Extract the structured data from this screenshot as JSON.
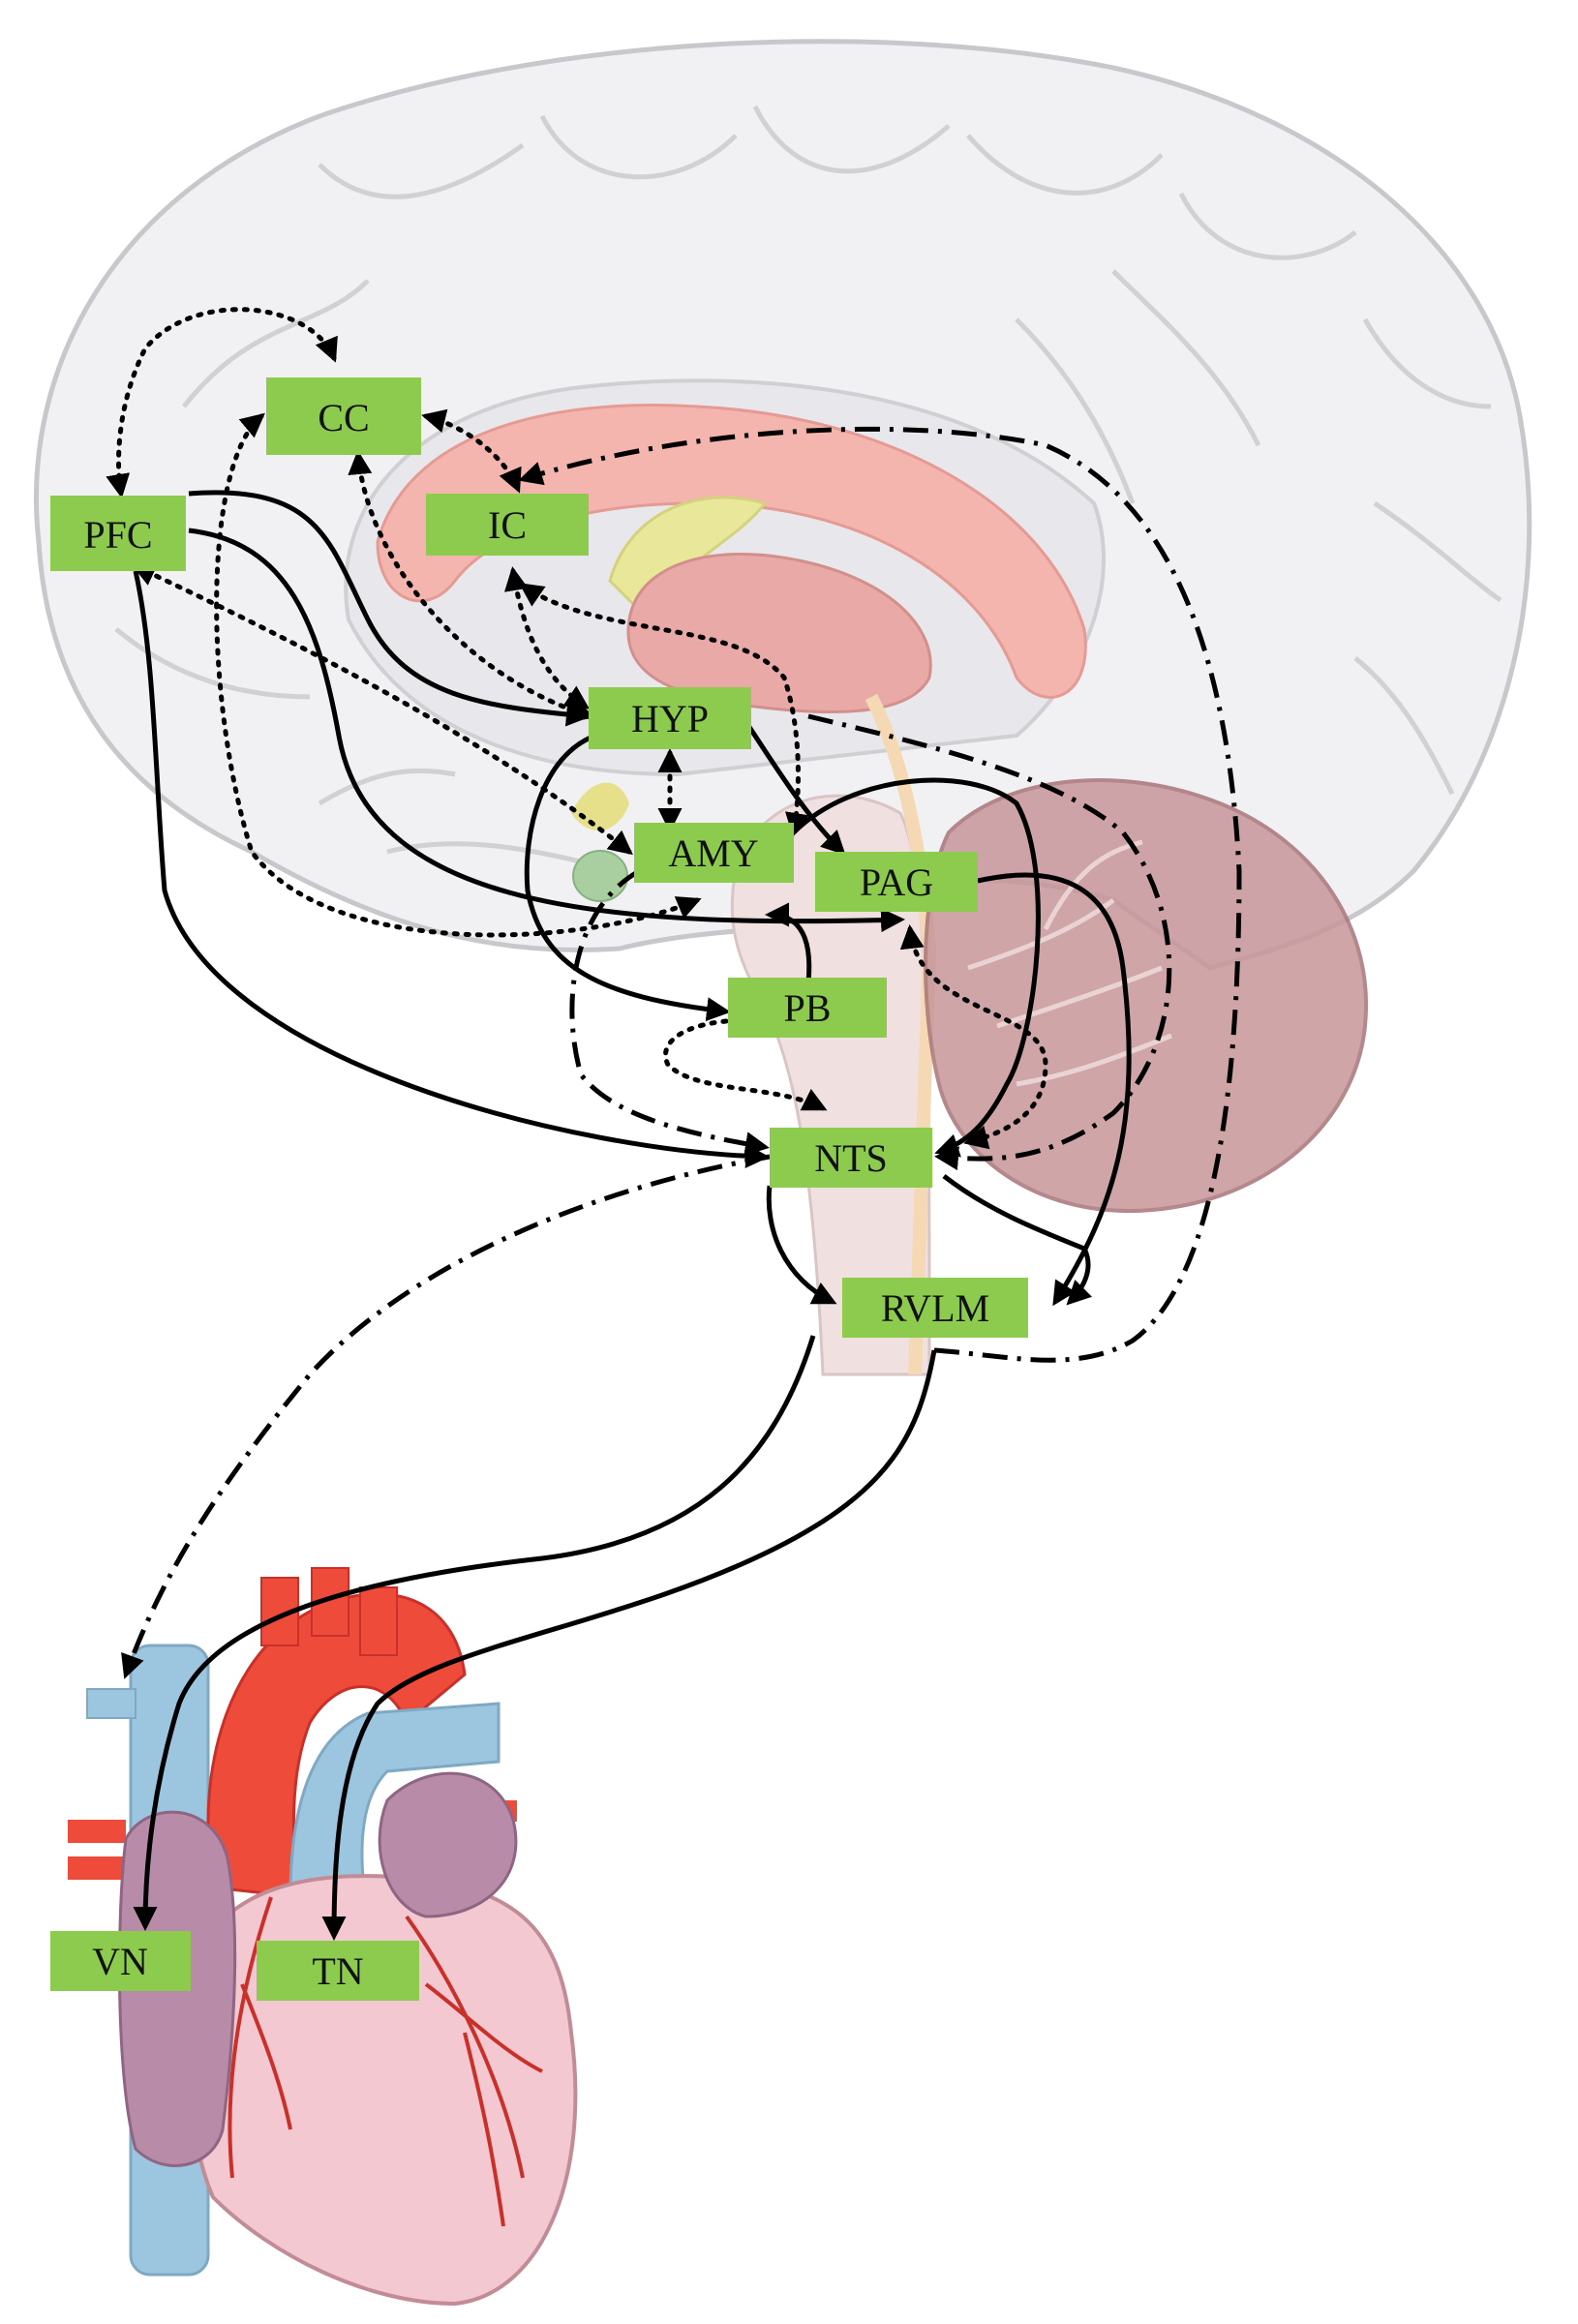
{
  "colors": {
    "node_fill": "#8DCB4E",
    "node_text": "#111111",
    "arrow": "#000000",
    "brain_fill": "#F1F1F3",
    "brain_outline": "#C8C8CC",
    "corpus_callosum": "#F3B5AE",
    "thalamus": "#E9A9A7",
    "basal": "#E9E79A",
    "cerebellum": "#C7969A",
    "brainstem": "#F0E0E0",
    "heart_muscle": "#F3C8D0",
    "heart_atrium": "#B88BA8",
    "aorta": "#EE4B3A",
    "vein": "#9CC6E0",
    "coronary": "#C9302A"
  },
  "nodes": {
    "pfc": "PFC",
    "cc": "CC",
    "ic": "IC",
    "hyp": "HYP",
    "amy": "AMY",
    "pag": "PAG",
    "pb": "PB",
    "nts": "NTS",
    "rvlm": "RVLM",
    "vn": "VN",
    "tn": "TN"
  },
  "legend_line_styles": [
    "solid",
    "dotted",
    "dash-dot"
  ]
}
